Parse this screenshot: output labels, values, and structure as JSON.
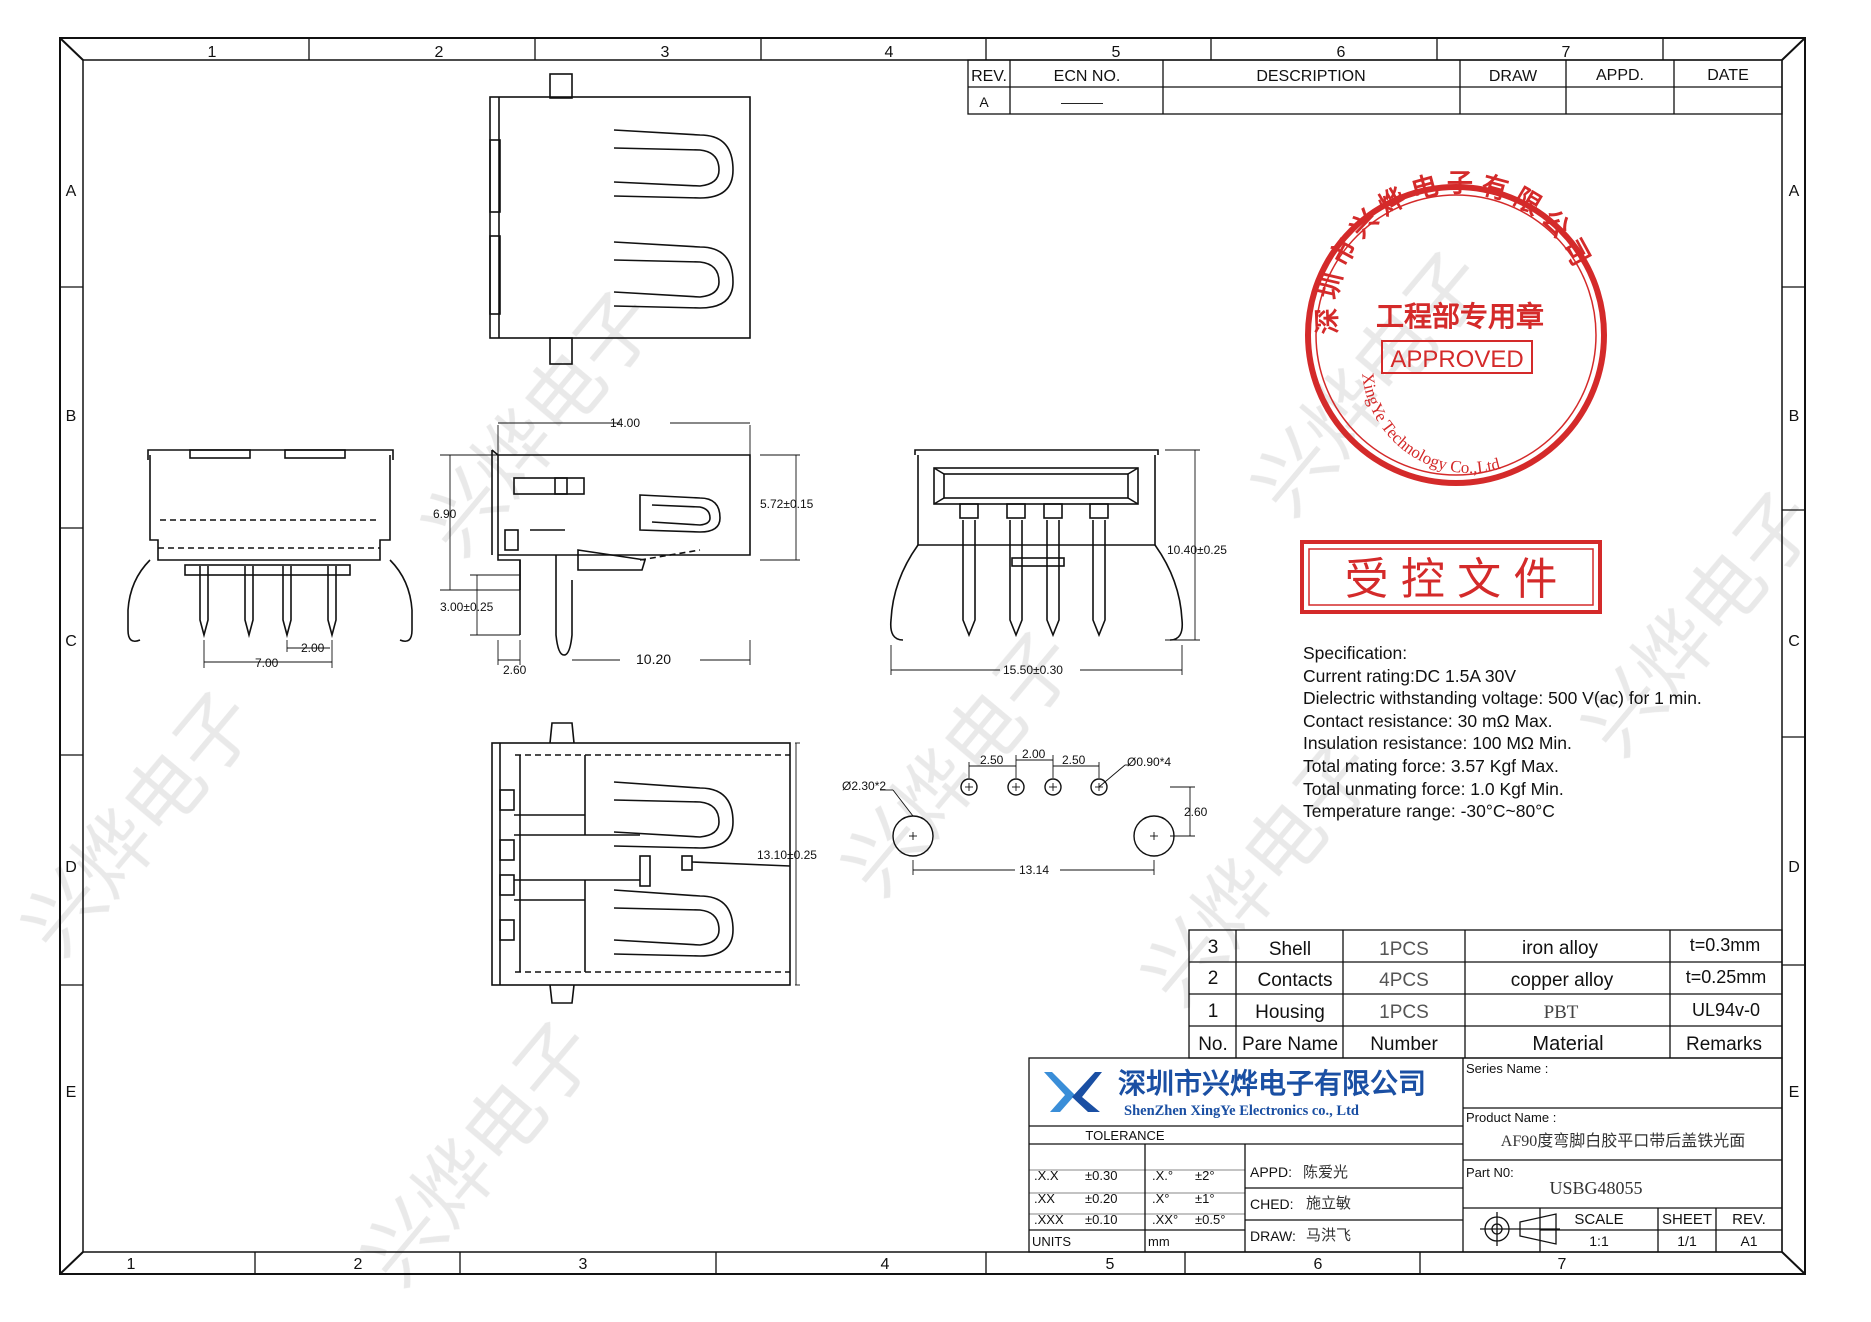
{
  "frame": {
    "cols_top": [
      "1",
      "2",
      "3",
      "4",
      "5",
      "6",
      "7"
    ],
    "cols_bottom": [
      "1",
      "2",
      "3",
      "4",
      "5",
      "6",
      "7"
    ],
    "rows": [
      "A",
      "B",
      "C",
      "D",
      "E"
    ]
  },
  "revision_table": {
    "headers": [
      "REV.",
      "ECN NO.",
      "DESCRIPTION",
      "DRAW",
      "APPD.",
      "DATE"
    ],
    "row": [
      "A",
      "———",
      "",
      "",
      "",
      ""
    ]
  },
  "dimensions": {
    "side_width": "14.00",
    "side_height": "6.90",
    "side_mid": "5.72±0.15",
    "side_pin": "3.00±0.25",
    "side_pin_offset": "2.60",
    "side_length": "10.20",
    "front_pin_pitch": "2.00",
    "front_pin_span": "7.00",
    "right_height": "10.40±0.25",
    "right_width": "15.50±0.30",
    "top_height": "13.10±0.25",
    "fp_a": "2.50",
    "fp_b": "2.00",
    "fp_c": "2.50",
    "fp_hole_small": "Ø0.90*4",
    "fp_hole_big": "Ø2.30*2",
    "fp_offset": "2.60",
    "fp_span": "13.14"
  },
  "stamp": {
    "ring_text": "深 圳 市 兴 烨 电 子 有 限 公 司",
    "ring_en": "XingYe Technology Co.,Ltd",
    "inner": "工程部专用章",
    "approved": "APPROVED"
  },
  "controlled_stamp": "受 控 文 件",
  "watermark": "兴烨电子",
  "spec": {
    "title": "Specification:",
    "lines": [
      "Current rating:DC 1.5A 30V",
      "Dielectric withstanding voltage: 500 V(ac) for 1 min.",
      "Contact resistance: 30 mΩ Max.",
      "Insulation resistance: 100 MΩ Min.",
      "Total mating force: 3.57 Kgf Max.",
      "Total unmating force: 1.0 Kgf Min.",
      "Temperature range: -30°C~80°C"
    ]
  },
  "bom": {
    "rows": [
      {
        "no": "3",
        "part": "Shell",
        "qty": "1PCS",
        "material": "iron alloy",
        "remark": "t=0.3mm"
      },
      {
        "no": "2",
        "part": "Contacts",
        "qty": "4PCS",
        "material": "copper alloy",
        "remark": "t=0.25mm"
      },
      {
        "no": "1",
        "part": "Housing",
        "qty": "1PCS",
        "material": "PBT",
        "remark": "UL94v-0"
      }
    ],
    "headers": {
      "no": "No.",
      "part": "Pare Name",
      "qty": "Number",
      "material": "Material",
      "remark": "Remarks"
    }
  },
  "title_block": {
    "company_cn": "深圳市兴烨电子有限公司",
    "company_en": "ShenZhen XingYe Electronics co., Ltd",
    "series_label": "Series Name :",
    "product_label": "Product Name :",
    "product_name": "AF90度弯脚白胶平口带后盖铁光面",
    "part_label": "Part N0:",
    "part_no": "USBG48055",
    "tolerance_label": "TOLERANCE",
    "tol": [
      {
        "a": ".X.X",
        "b": "±0.30",
        "c": ".X.°",
        "d": "±2°"
      },
      {
        "a": ".XX",
        "b": "±0.20",
        "c": ".X°",
        "d": "±1°"
      },
      {
        "a": ".XXX",
        "b": "±0.10",
        "c": ".XX°",
        "d": "±0.5°"
      }
    ],
    "units_label": "UNITS",
    "units": "mm",
    "appd_label": "APPD:",
    "appd": "陈爱光",
    "ched_label": "CHED:",
    "ched": "施立敏",
    "draw_label": "DRAW:",
    "draw": "马洪飞",
    "scale_label": "SCALE",
    "scale": "1:1",
    "sheet_label": "SHEET",
    "sheet": "1/1",
    "rev_label": "REV.",
    "rev": "A1"
  },
  "colors": {
    "line": "#111111",
    "stamp_red": "#d42a2a",
    "logo_blue": "#1a4fa3"
  }
}
